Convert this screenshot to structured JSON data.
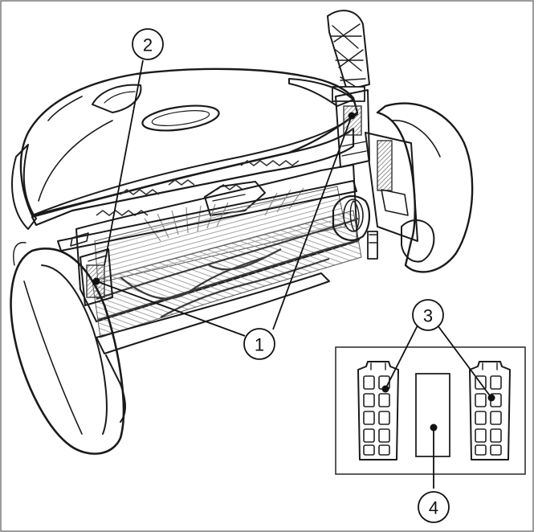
{
  "callouts": [
    {
      "id": "c1",
      "label": "1"
    },
    {
      "id": "c2",
      "label": "2"
    },
    {
      "id": "c3",
      "label": "3"
    },
    {
      "id": "c4",
      "label": "4"
    }
  ],
  "colors": {
    "line": "#1a1a1a",
    "bristle": "#8c8c8c",
    "background": "#ffffff",
    "frame": "#7a7a7a"
  }
}
